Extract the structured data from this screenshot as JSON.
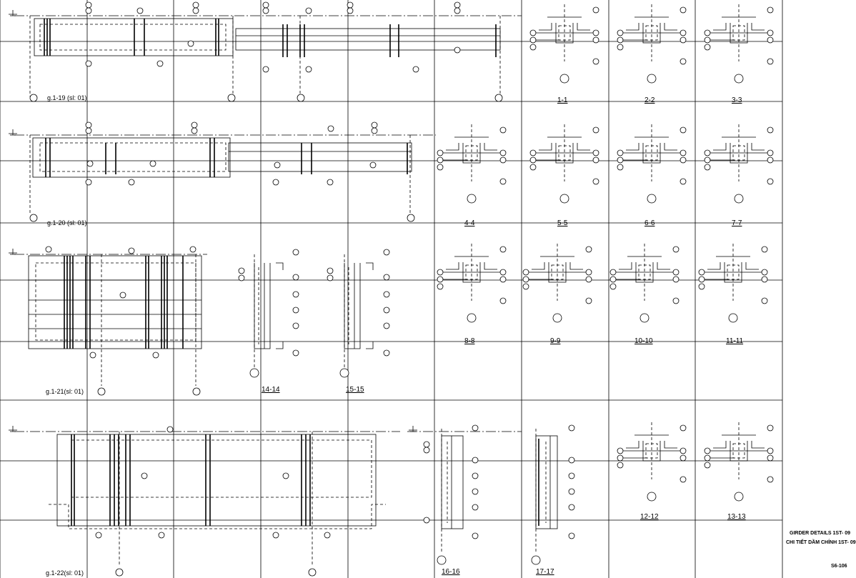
{
  "views": [
    {
      "label": "g.1-19  (sl: 01)"
    },
    {
      "label": "g.1-20  (sl: 01)"
    },
    {
      "label": "g.1-21(sl: 01)"
    },
    {
      "label": "g.1-22(sl: 01)"
    }
  ],
  "sections": [
    "1-1",
    "2-2",
    "3-3",
    "4-4",
    "5-5",
    "6-6",
    "7-7",
    "8-8",
    "9-9",
    "10-10",
    "11-11",
    "12-12",
    "13-13",
    "14-14",
    "15-15",
    "16-16",
    "17-17"
  ],
  "titles": {
    "line1": "GIRDER DETAILS 1ST- 09",
    "line2": "CHI TIẾT DẦM CHÍNH 1ST- 09",
    "code": "S6-106"
  }
}
